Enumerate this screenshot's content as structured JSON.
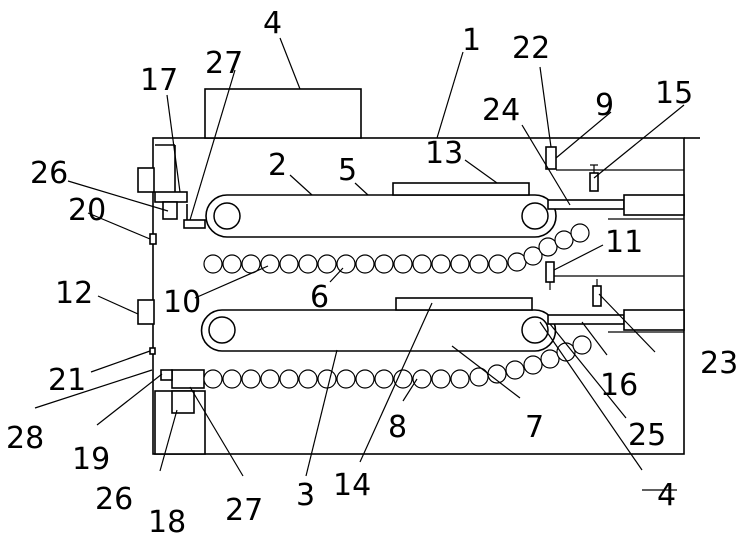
{
  "labels": {
    "l1": "1",
    "l2": "2",
    "l3": "3",
    "l4_top": "4",
    "l4_bottom": "4",
    "l5": "5",
    "l6": "6",
    "l7": "7",
    "l8": "8",
    "l9": "9",
    "l10": "10",
    "l11": "11",
    "l12": "12",
    "l13": "13",
    "l14": "14",
    "l15": "15",
    "l16": "16",
    "l17": "17",
    "l18": "18",
    "l19": "19",
    "l20": "20",
    "l21": "21",
    "l22": "22",
    "l23": "23",
    "l24": "24",
    "l25": "25",
    "l26_top": "26",
    "l26_bottom": "26",
    "l27_top": "27",
    "l27_bottom": "27",
    "l28": "28"
  },
  "colors": {
    "line": "#000000",
    "background": "#ffffff"
  }
}
